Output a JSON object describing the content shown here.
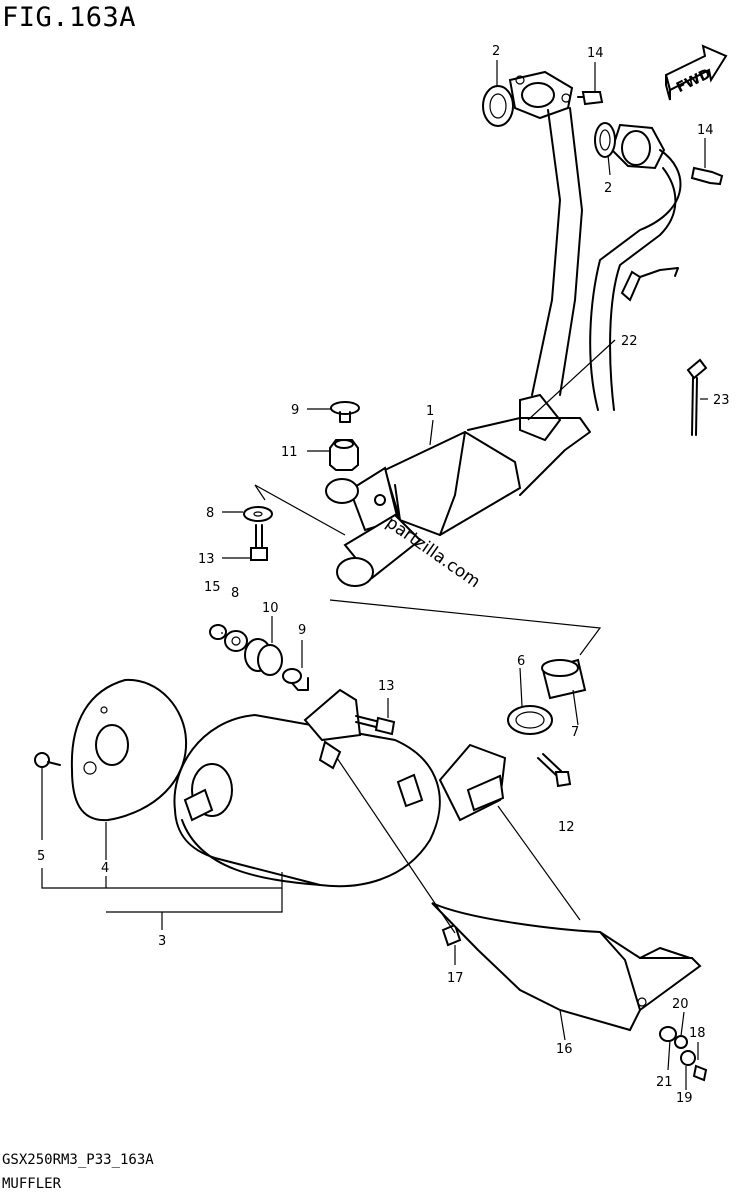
{
  "figure": {
    "title": "FIG.163A",
    "direction_label": "FWD",
    "watermark": "partzilla.com",
    "footer_code": "GSX250RM3_P33_163A",
    "footer_name": "MUFFLER"
  },
  "callouts": [
    {
      "id": "c1",
      "text": "1"
    },
    {
      "id": "c2a",
      "text": "2"
    },
    {
      "id": "c2b",
      "text": "2"
    },
    {
      "id": "c3",
      "text": "3"
    },
    {
      "id": "c4",
      "text": "4"
    },
    {
      "id": "c5",
      "text": "5"
    },
    {
      "id": "c6",
      "text": "6"
    },
    {
      "id": "c7",
      "text": "7"
    },
    {
      "id": "c8a",
      "text": "8"
    },
    {
      "id": "c8b",
      "text": "8"
    },
    {
      "id": "c9a",
      "text": "9"
    },
    {
      "id": "c9b",
      "text": "9"
    },
    {
      "id": "c10",
      "text": "10"
    },
    {
      "id": "c11",
      "text": "11"
    },
    {
      "id": "c12",
      "text": "12"
    },
    {
      "id": "c13a",
      "text": "13"
    },
    {
      "id": "c13b",
      "text": "13"
    },
    {
      "id": "c14a",
      "text": "14"
    },
    {
      "id": "c14b",
      "text": "14"
    },
    {
      "id": "c15",
      "text": "15"
    },
    {
      "id": "c16",
      "text": "16"
    },
    {
      "id": "c17",
      "text": "17"
    },
    {
      "id": "c18",
      "text": "18"
    },
    {
      "id": "c19",
      "text": "19"
    },
    {
      "id": "c20",
      "text": "20"
    },
    {
      "id": "c21",
      "text": "21"
    },
    {
      "id": "c22",
      "text": "22"
    },
    {
      "id": "c23",
      "text": "23"
    }
  ]
}
